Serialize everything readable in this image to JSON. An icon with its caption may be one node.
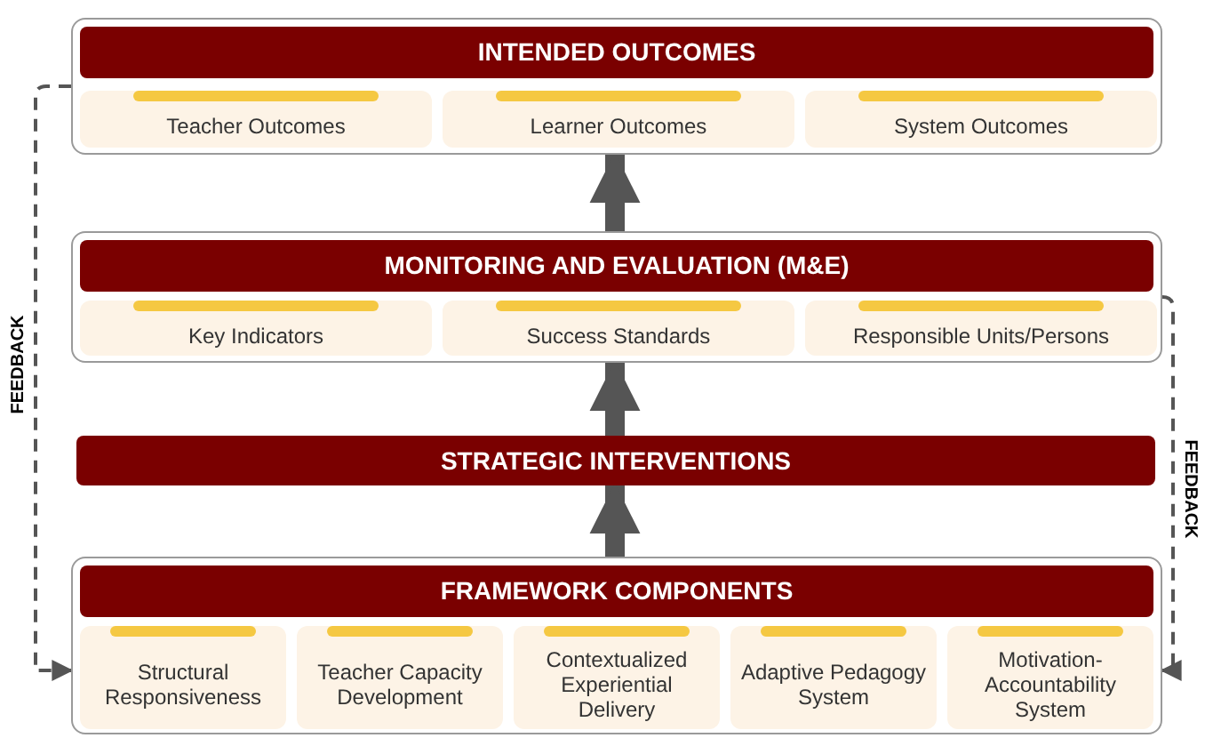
{
  "diagram": {
    "nodes": [
      {
        "text": [],
        "shape": "box"
      },
      {
        "text": [
          "INTENDED OUTCOMES"
        ],
        "in": 0
      },
      {
        "text": [
          "Teacher Outcomes"
        ],
        "in": 0
      },
      {
        "text": [
          "Learner Outcomes"
        ],
        "in": 0
      },
      {
        "text": [
          "System Outcomes"
        ],
        "in": 0
      },
      {
        "text": [],
        "shape": "box"
      },
      {
        "text": [
          "MONITORING AND EVALUATION (M&E)"
        ],
        "in": 5
      },
      {
        "text": [
          "Key Indicators"
        ],
        "in": 5
      },
      {
        "text": [
          "Success Standards"
        ],
        "in": 5
      },
      {
        "text": [
          "Responsible Units/Persons"
        ],
        "in": 5
      },
      {
        "text": [
          "STRATEGIC INTERVENTIONS"
        ]
      },
      {
        "text": [],
        "shape": "box"
      },
      {
        "text": [
          "FRAMEWORK COMPONENTS"
        ],
        "in": 11
      },
      {
        "text": [
          "Structural Responsiveness"
        ],
        "in": 11
      },
      {
        "text": [
          "Teacher Capacity Development"
        ],
        "in": 11
      },
      {
        "text": [
          "Contextualized Experiential Delivery"
        ],
        "in": 11
      },
      {
        "text": [
          "Adaptive Pedagogy System"
        ],
        "in": 11
      },
      {
        "text": [
          "Motivation-Accountability System"
        ],
        "in": 11
      }
    ],
    "edges": [
      {
        "from": 5,
        "to": 0,
        "arrow": "to"
      },
      {
        "from": 10,
        "to": 5,
        "arrow": "to"
      },
      {
        "from": 11,
        "to": 10,
        "arrow": "to"
      },
      {
        "from": 0,
        "to": 11,
        "arrow": "to",
        "style": "dashed",
        "label": "FEEDBACK"
      },
      {
        "from": 5,
        "to": 11,
        "arrow": "to",
        "style": "dashed",
        "label": "FEEDBACK"
      }
    ]
  }
}
